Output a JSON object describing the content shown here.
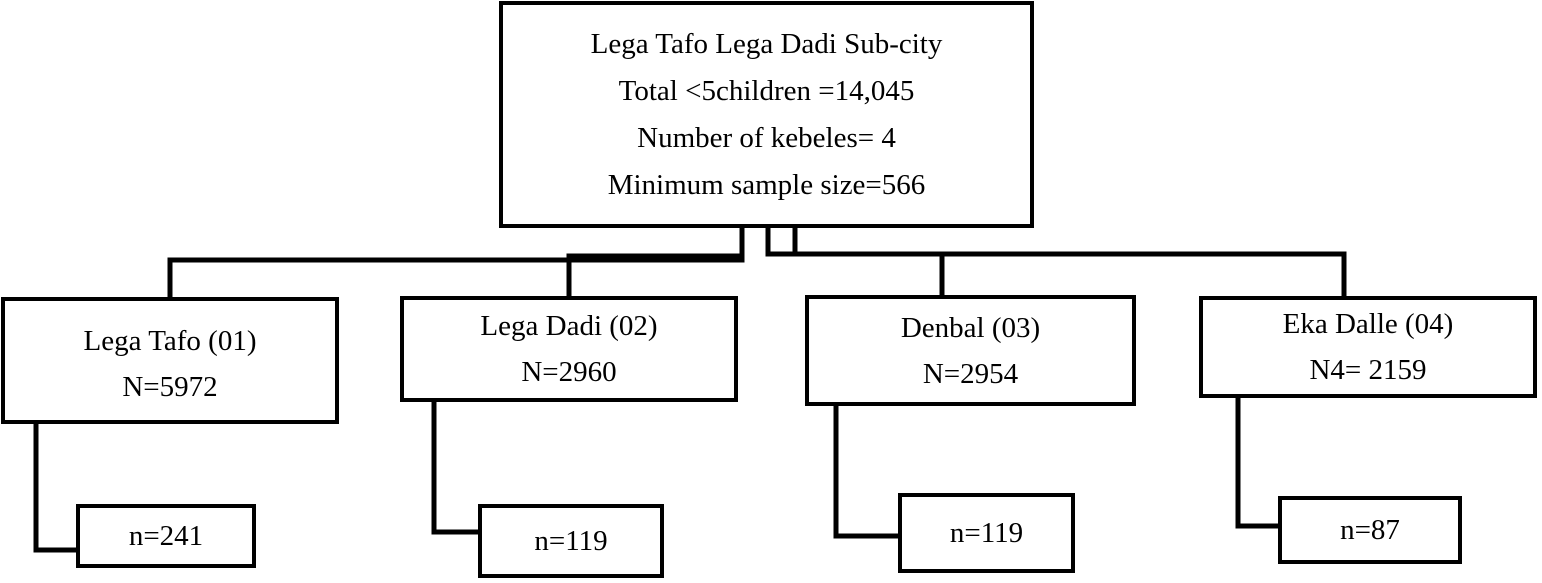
{
  "root": {
    "title": "Lega Tafo Lega Dadi Sub-city",
    "total": "Total <5children =14,045",
    "kebeles": "Number of kebeles= 4",
    "sample": "Minimum sample size=566"
  },
  "kebeles": [
    {
      "name": "Lega Tafo (01)",
      "population": "N=5972",
      "sample": "n=241"
    },
    {
      "name": "Lega Dadi (02)",
      "population": "N=2960",
      "sample": "n=119"
    },
    {
      "name": "Denbal (03)",
      "population": "N=2954",
      "sample": "n=119"
    },
    {
      "name": "Eka Dalle (04)",
      "population": "N4= 2159",
      "sample": "n=87"
    }
  ]
}
